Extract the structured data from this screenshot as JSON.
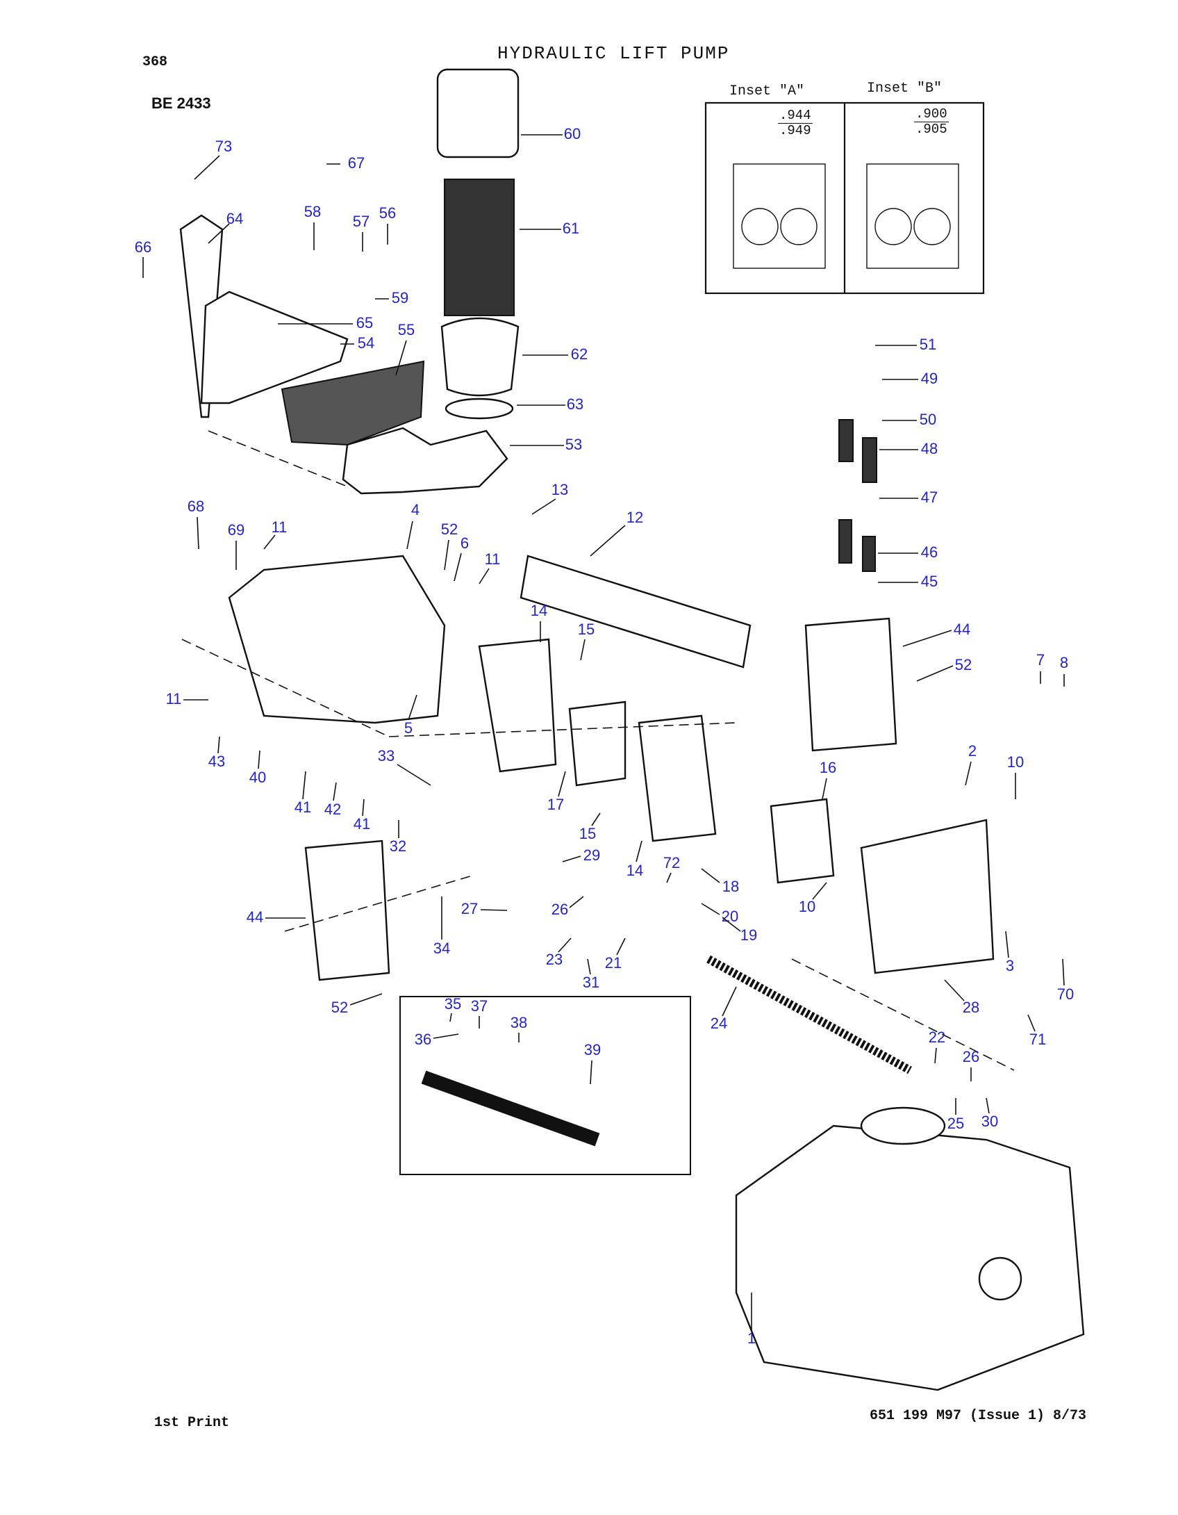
{
  "page_number": "368",
  "title": "HYDRAULIC LIFT PUMP",
  "reference_code": "BE 2433",
  "insets": [
    {
      "label": "Inset \"A\"",
      "dim_top": ".944",
      "dim_bottom": ".949"
    },
    {
      "label": "Inset \"B\"",
      "dim_top": ".900",
      "dim_bottom": ".905"
    }
  ],
  "footer": {
    "print": "1st Print",
    "part_ref": "651 199 M97 (Issue 1) 8/73"
  },
  "callouts": [
    {
      "id": "73",
      "label": "73"
    },
    {
      "id": "67",
      "label": "67"
    },
    {
      "id": "60",
      "label": "60"
    },
    {
      "id": "64",
      "label": "64"
    },
    {
      "id": "66",
      "label": "66"
    },
    {
      "id": "58",
      "label": "58"
    },
    {
      "id": "57",
      "label": "57"
    },
    {
      "id": "56",
      "label": "56"
    },
    {
      "id": "61",
      "label": "61"
    },
    {
      "id": "59",
      "label": "59"
    },
    {
      "id": "65",
      "label": "65"
    },
    {
      "id": "54",
      "label": "54"
    },
    {
      "id": "55",
      "label": "55"
    },
    {
      "id": "62",
      "label": "62"
    },
    {
      "id": "63",
      "label": "63"
    },
    {
      "id": "53",
      "label": "53"
    },
    {
      "id": "51",
      "label": "51"
    },
    {
      "id": "49",
      "label": "49"
    },
    {
      "id": "50",
      "label": "50"
    },
    {
      "id": "48",
      "label": "48"
    },
    {
      "id": "47",
      "label": "47"
    },
    {
      "id": "46",
      "label": "46"
    },
    {
      "id": "45",
      "label": "45"
    },
    {
      "id": "44a",
      "label": "44"
    },
    {
      "id": "52a",
      "label": "52"
    },
    {
      "id": "13",
      "label": "13"
    },
    {
      "id": "12",
      "label": "12"
    },
    {
      "id": "68",
      "label": "68"
    },
    {
      "id": "69",
      "label": "69"
    },
    {
      "id": "11a",
      "label": "11"
    },
    {
      "id": "4",
      "label": "4"
    },
    {
      "id": "52b",
      "label": "52"
    },
    {
      "id": "6",
      "label": "6"
    },
    {
      "id": "11b",
      "label": "11"
    },
    {
      "id": "14a",
      "label": "14"
    },
    {
      "id": "15a",
      "label": "15"
    },
    {
      "id": "7",
      "label": "7"
    },
    {
      "id": "8",
      "label": "8"
    },
    {
      "id": "11c",
      "label": "11"
    },
    {
      "id": "5",
      "label": "5"
    },
    {
      "id": "43",
      "label": "43"
    },
    {
      "id": "40",
      "label": "40"
    },
    {
      "id": "33",
      "label": "33"
    },
    {
      "id": "41a",
      "label": "41"
    },
    {
      "id": "42",
      "label": "42"
    },
    {
      "id": "41b",
      "label": "41"
    },
    {
      "id": "17",
      "label": "17"
    },
    {
      "id": "15b",
      "label": "15"
    },
    {
      "id": "16",
      "label": "16"
    },
    {
      "id": "2",
      "label": "2"
    },
    {
      "id": "10a",
      "label": "10"
    },
    {
      "id": "32",
      "label": "32"
    },
    {
      "id": "29",
      "label": "29"
    },
    {
      "id": "14b",
      "label": "14"
    },
    {
      "id": "72",
      "label": "72"
    },
    {
      "id": "18",
      "label": "18"
    },
    {
      "id": "10b",
      "label": "10"
    },
    {
      "id": "44b",
      "label": "44"
    },
    {
      "id": "27",
      "label": "27"
    },
    {
      "id": "26a",
      "label": "26"
    },
    {
      "id": "20",
      "label": "20"
    },
    {
      "id": "19",
      "label": "19"
    },
    {
      "id": "34",
      "label": "34"
    },
    {
      "id": "23",
      "label": "23"
    },
    {
      "id": "21",
      "label": "21"
    },
    {
      "id": "31",
      "label": "31"
    },
    {
      "id": "3",
      "label": "3"
    },
    {
      "id": "70",
      "label": "70"
    },
    {
      "id": "28",
      "label": "28"
    },
    {
      "id": "52c",
      "label": "52"
    },
    {
      "id": "35",
      "label": "35"
    },
    {
      "id": "37",
      "label": "37"
    },
    {
      "id": "38",
      "label": "38"
    },
    {
      "id": "36",
      "label": "36"
    },
    {
      "id": "24",
      "label": "24"
    },
    {
      "id": "71",
      "label": "71"
    },
    {
      "id": "39",
      "label": "39"
    },
    {
      "id": "22",
      "label": "22"
    },
    {
      "id": "26b",
      "label": "26"
    },
    {
      "id": "25",
      "label": "25"
    },
    {
      "id": "30",
      "label": "30"
    },
    {
      "id": "1",
      "label": "1"
    }
  ]
}
